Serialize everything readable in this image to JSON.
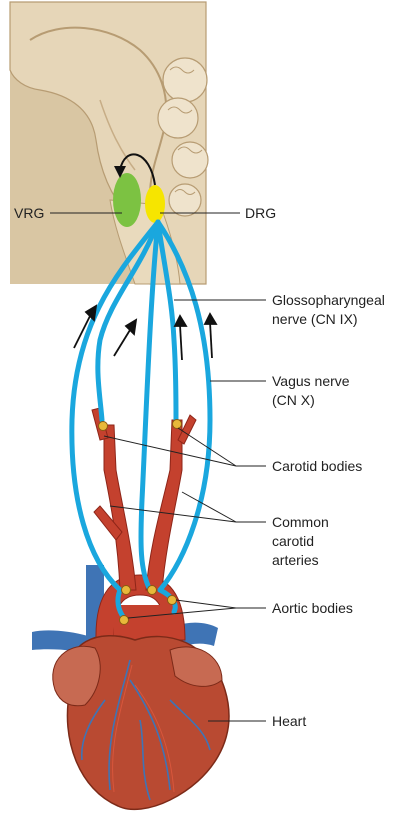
{
  "labels": {
    "vrg": "VRG",
    "drg": "DRG",
    "glossopharyngeal": [
      "Glossopharyngeal",
      "nerve (CN IX)"
    ],
    "vagus": [
      "Vagus nerve",
      "(CN X)"
    ],
    "carotid_bodies": "Carotid bodies",
    "common_carotid": [
      "Common",
      "carotid",
      "arteries"
    ],
    "aortic_bodies": "Aortic bodies",
    "heart": "Heart"
  },
  "colors": {
    "nerve": "#1aa7de",
    "artery": "#c4412e",
    "artery_dark": "#8e2518",
    "vein": "#3f74b5",
    "heart": "#b94a32",
    "heart_dark": "#7c2a18",
    "brain_tissue": "#e6d6b8",
    "brain_edge": "#b79c73",
    "vrg_fill": "#7cc242",
    "drg_fill": "#f6e500",
    "body_node": "#e8b83a"
  }
}
